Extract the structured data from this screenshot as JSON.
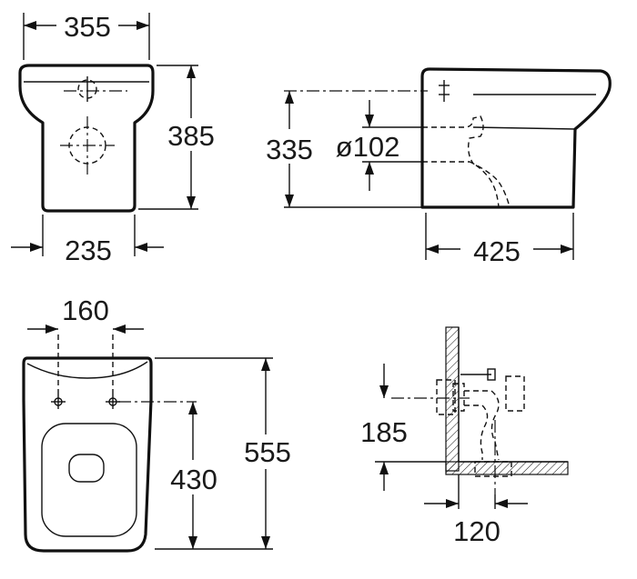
{
  "dimensions": {
    "front_width": "355",
    "front_height": "385",
    "base_width": "235",
    "outlet_height": "335",
    "outlet_diameter": "ø102",
    "side_depth": "425",
    "fixing_spacing": "160",
    "fixing_to_back": "430",
    "total_length": "555",
    "wall_outlet_height": "185",
    "floor_outlet_distance": "120"
  }
}
